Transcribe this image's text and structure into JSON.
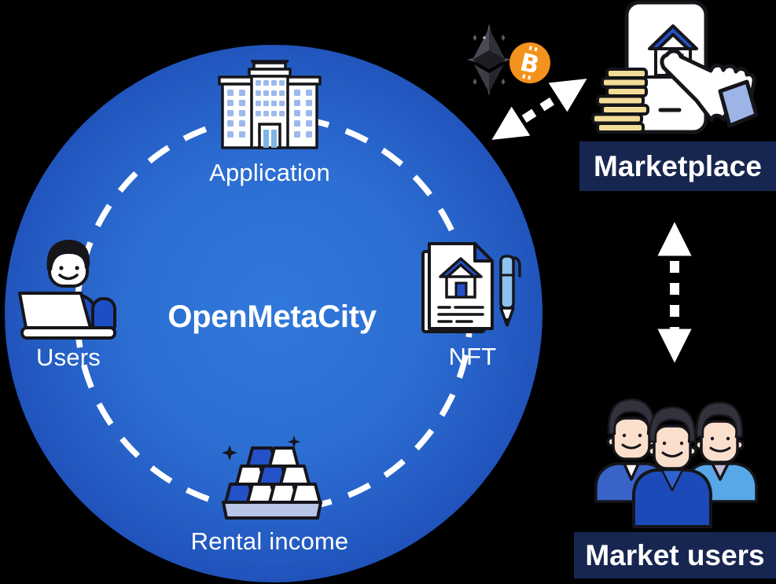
{
  "app": {
    "background": "#000000"
  },
  "circle": {
    "title": "OpenMetaCity",
    "nodes": [
      {
        "id": "application",
        "label": "Application",
        "icon": "building-icon"
      },
      {
        "id": "users",
        "label": "Users",
        "icon": "person-laptop-icon"
      },
      {
        "id": "nft",
        "label": "NFT",
        "icon": "document-house-pen-icon"
      },
      {
        "id": "rental_income",
        "label": "Rental income",
        "icon": "gold-bars-icon"
      }
    ],
    "colors": {
      "center": "#3078da",
      "edge": "#19379f",
      "ring": "#ffffff",
      "accent_blue": "#2351c8"
    }
  },
  "right_panel": {
    "marketplace": {
      "label": "Marketplace",
      "icon": "phone-hand-coins-icon"
    },
    "market_users": {
      "label": "Market users",
      "icon": "people-group-icon"
    },
    "label_bg": "#172650",
    "coin_color": "#f3dc96",
    "cuff_color": "#9db4e6"
  },
  "crypto": {
    "ethereum_icon": "ethereum-icon",
    "bitcoin_icon": "bitcoin-icon",
    "bitcoin_symbol": "B",
    "bitcoin_color": "#f4921e",
    "ethereum_color": "#3a3a44",
    "arrow_color": "#ffffff"
  }
}
